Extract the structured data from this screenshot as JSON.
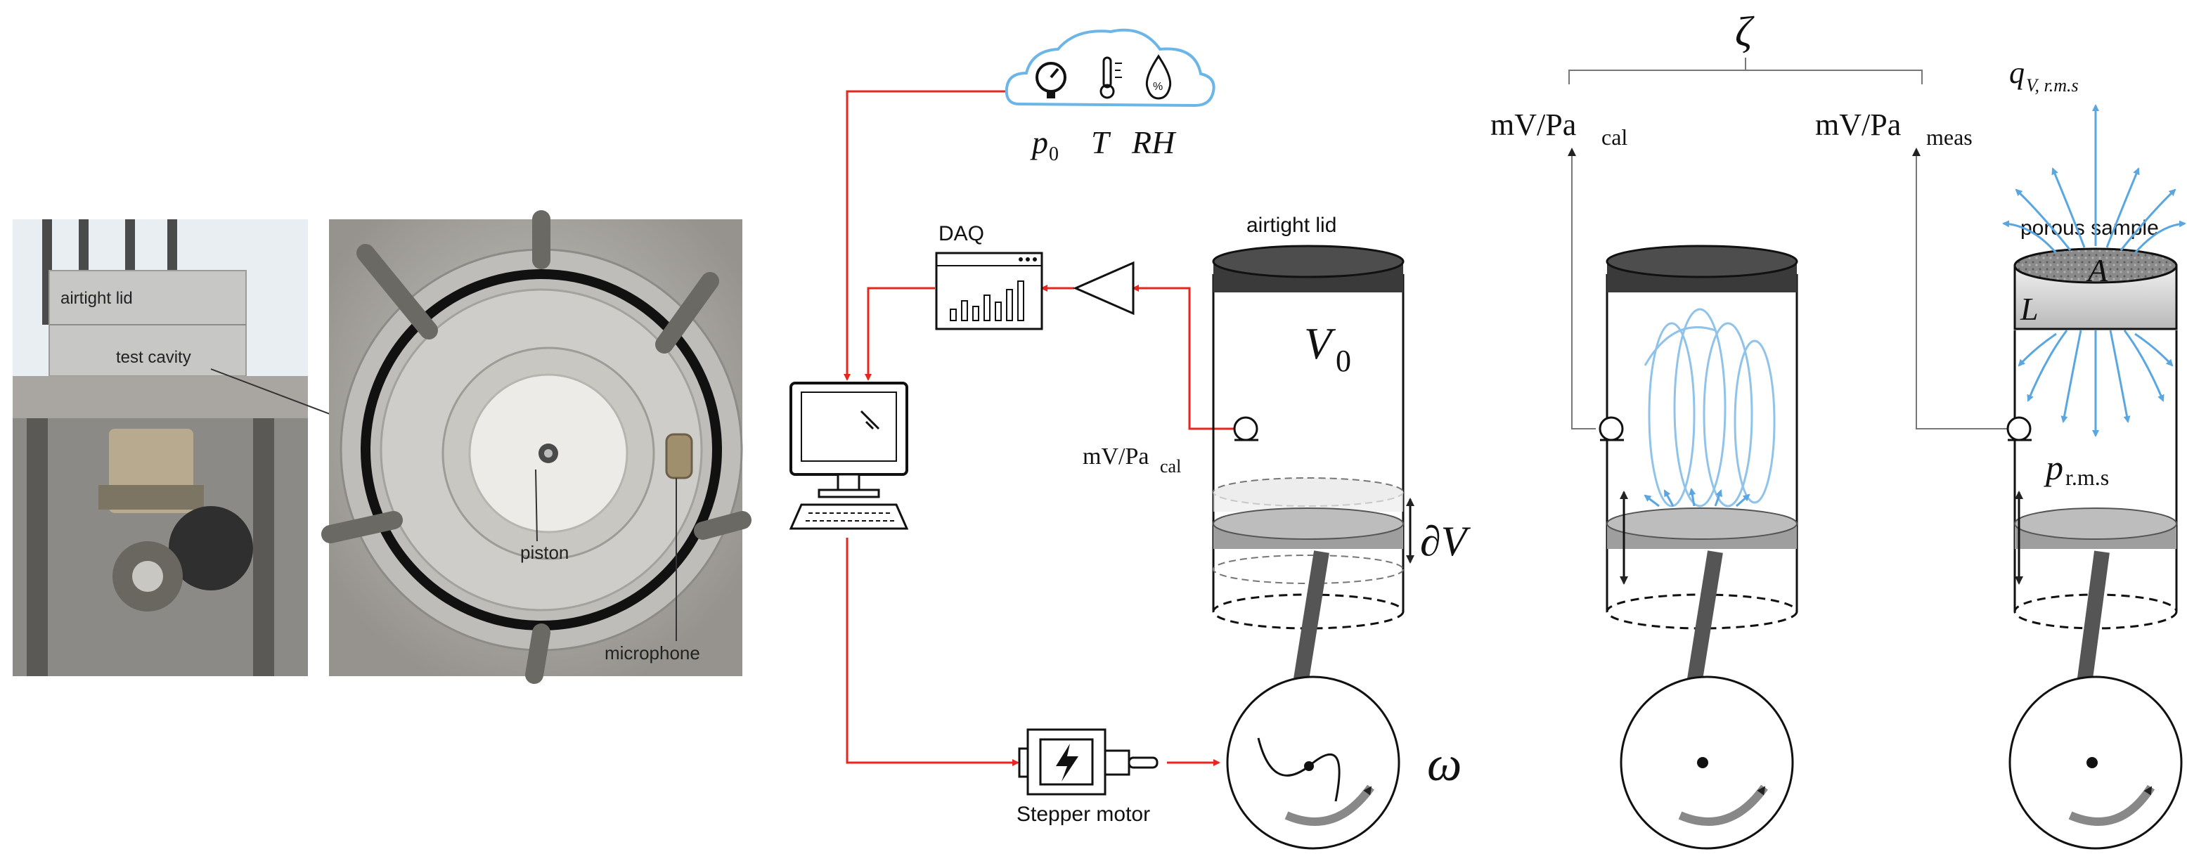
{
  "photo_left": {
    "label_lid": "airtight lid",
    "label_cavity": "test cavity"
  },
  "photo_right": {
    "label_piston": "piston",
    "label_mic": "microphone"
  },
  "cloud": {
    "p0": "p",
    "p0_sub": "0",
    "T": "T",
    "RH": "RH"
  },
  "daq_label": "DAQ",
  "motor_label": "Stepper motor",
  "omega": "ω",
  "cyl1": {
    "lid_label": "airtight lid",
    "V0": "V",
    "V0_sub": "0",
    "mic": "mV/Pa",
    "mic_sub": "cal",
    "dV": "∂V"
  },
  "zeta": "ζ",
  "cal_label": "mV/Pa",
  "cal_sub": "cal",
  "meas_label": "mV/Pa",
  "meas_sub": "meas",
  "cyl3": {
    "sample_label": "porous sample",
    "A": "A",
    "L": "L",
    "p": "p",
    "p_sub": "r.m.s",
    "q": "q",
    "q_sub": "V, r.m.s"
  },
  "colors": {
    "signal_line": "#e8261f",
    "flow_blue": "#5aa6e0",
    "lid_dark": "#3a3a3a",
    "piston_gray": "#bdbdbd"
  }
}
